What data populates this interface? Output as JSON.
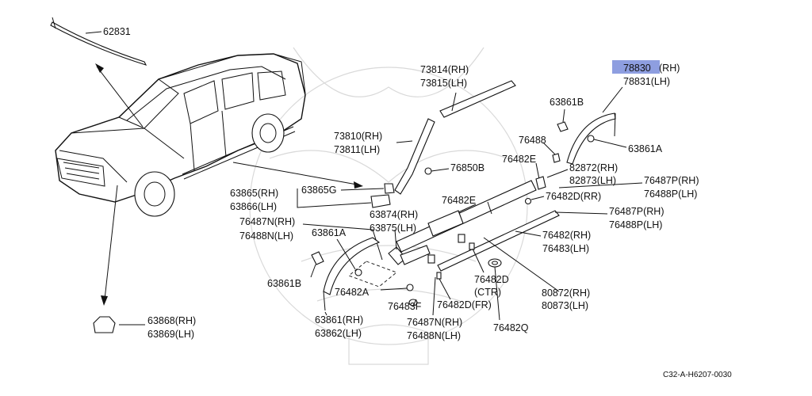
{
  "colors": {
    "highlight": "#8e9ee0",
    "ink": "#111111",
    "watermark": "#d9d9d9"
  },
  "labels": {
    "p62831": "62831",
    "p73814": "73814(RH)",
    "p73815": "73815(LH)",
    "p78830": "78830",
    "p78830_side": "(RH)",
    "p78831": "78831(LH)",
    "p63861B_top": "63861B",
    "p63861A_right": "63861A",
    "p73810": "73810(RH)",
    "p73811": "73811(LH)",
    "p76488": "76488",
    "p76482E_a": "76482E",
    "p76850B": "76850B",
    "p82872": "82872(RH)",
    "p82873": "82873(LH)",
    "p76487P_a": "76487P(RH)",
    "p76488P_a": "76488P(LH)",
    "p76482D_rr": "76482D(RR)",
    "p63865G": "63865G",
    "p63865": "63865(RH)",
    "p63866": "63866(LH)",
    "p76482E_b": "76482E",
    "p76487P_b": "76487P(RH)",
    "p76488P_b": "76488P(LH)",
    "p76487N_a": "76487N(RH)",
    "p63874": "63874(RH)",
    "p63875": "63875(LH)",
    "p76488N_a": "76488N(LH)",
    "p63861A_left": "63861A",
    "p76482_rh": "76482(RH)",
    "p76483_lh": "76483(LH)",
    "p63861B_left": "63861B",
    "p76482D_ctr_a": "76482D",
    "p76482D_ctr_b": "(CTR)",
    "p76482A": "76482A",
    "p76483F": "76483F",
    "p76482D_fr": "76482D(FR)",
    "p80872": "80872(RH)",
    "p80873": "80873(LH)",
    "p63861": "63861(RH)",
    "p63862": "63862(LH)",
    "p76487N_b": "76487N(RH)",
    "p76488N_b": "76488N(LH)",
    "p76482Q": "76482Q",
    "p63868": "63868(RH)",
    "p63869": "63869(LH)",
    "diagram_code": "C32-A-H6207-0030"
  }
}
